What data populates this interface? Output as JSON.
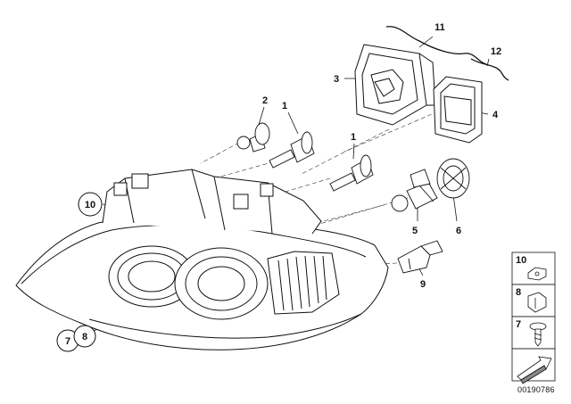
{
  "callouts": {
    "c1a": "1",
    "c1b": "1",
    "c2": "2",
    "c3": "3",
    "c4": "4",
    "c5": "5",
    "c6": "6",
    "c7": "7",
    "c8": "8",
    "c9": "9",
    "c10": "10",
    "c11": "11",
    "c12": "12"
  },
  "side_panel": {
    "item_10": "10",
    "item_8": "8",
    "item_7": "7"
  },
  "document_id": "00190786"
}
